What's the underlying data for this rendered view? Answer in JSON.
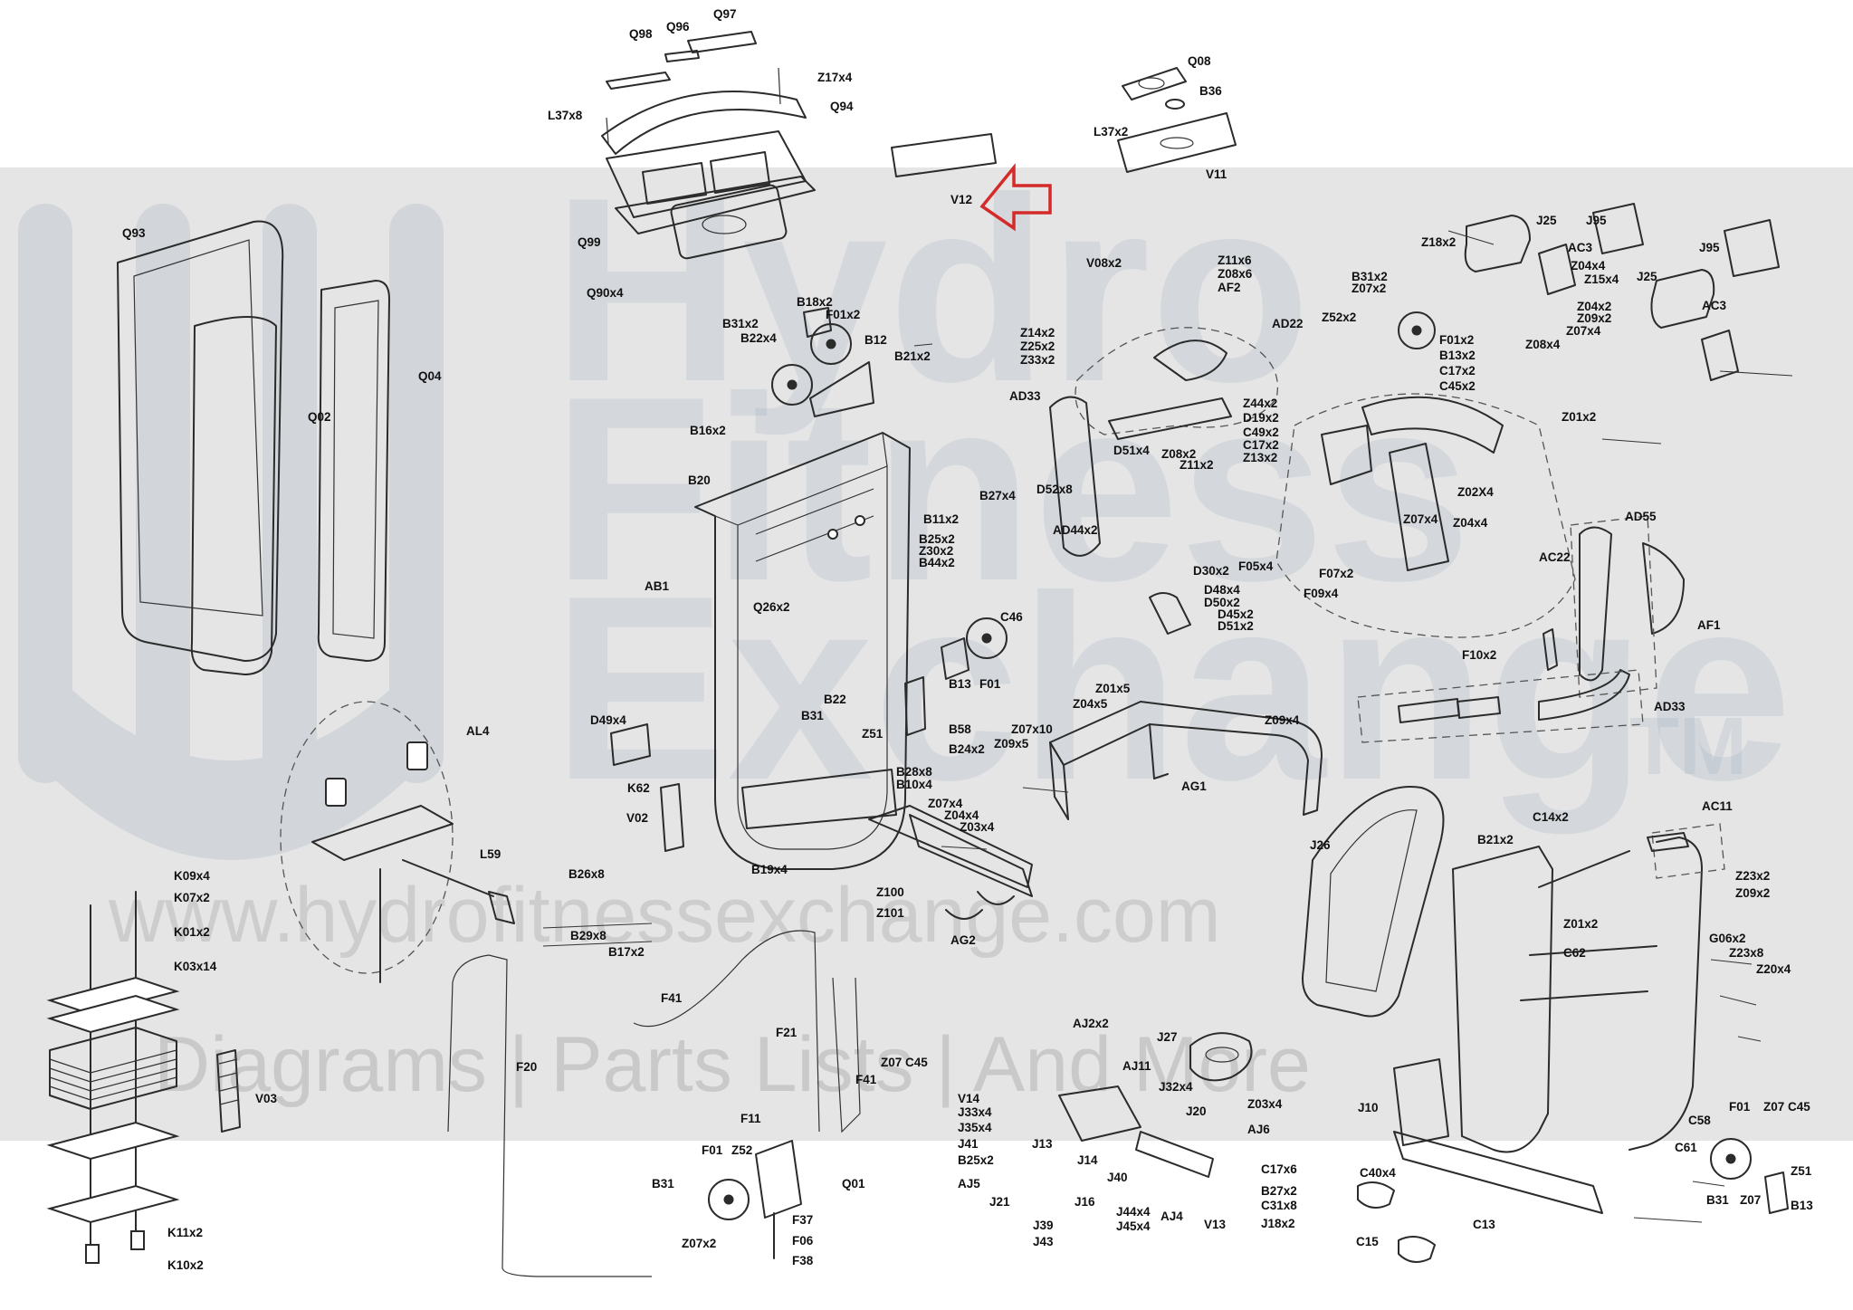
{
  "watermark": {
    "line1": "Hydro",
    "line2": "Fitness",
    "line3": "Exchange",
    "trademark": "TM",
    "url": "www.hydrofitnessexchange.com",
    "tagline": "Diagrams | Parts Lists | And More",
    "color": "#7f98b2"
  },
  "highlight_arrow": {
    "color": "#d42a2a",
    "points_to": "V12"
  },
  "labels": [
    {
      "id": "Q98",
      "text": "Q98"
    },
    {
      "id": "Q96",
      "text": "Q96"
    },
    {
      "id": "Q97",
      "text": "Q97"
    },
    {
      "id": "Z17x4",
      "text": "Z17x4"
    },
    {
      "id": "L37x8",
      "text": "L37x8"
    },
    {
      "id": "Q94",
      "text": "Q94"
    },
    {
      "id": "Q99",
      "text": "Q99"
    },
    {
      "id": "Q90x4",
      "text": "Q90x4"
    },
    {
      "id": "Q93",
      "text": "Q93"
    },
    {
      "id": "Q02",
      "text": "Q02"
    },
    {
      "id": "Q04",
      "text": "Q04"
    },
    {
      "id": "V12",
      "text": "V12"
    },
    {
      "id": "Q08",
      "text": "Q08"
    },
    {
      "id": "B36",
      "text": "B36"
    },
    {
      "id": "L37x2",
      "text": "L37x2"
    },
    {
      "id": "V11",
      "text": "V11"
    },
    {
      "id": "V08x2",
      "text": "V08x2"
    },
    {
      "id": "Z11x6",
      "text": "Z11x6"
    },
    {
      "id": "Z08x6",
      "text": "Z08x6"
    },
    {
      "id": "AF2",
      "text": "AF2"
    },
    {
      "id": "AD22",
      "text": "AD22"
    },
    {
      "id": "Z14x2",
      "text": "Z14x2"
    },
    {
      "id": "Z25x2",
      "text": "Z25x2"
    },
    {
      "id": "Z33x2",
      "text": "Z33x2"
    },
    {
      "id": "AD33a",
      "text": "AD33"
    },
    {
      "id": "Z52x2",
      "text": "Z52x2"
    },
    {
      "id": "B31x2a",
      "text": "B31x2"
    },
    {
      "id": "Z07x2a",
      "text": "Z07x2"
    },
    {
      "id": "F01x2a",
      "text": "F01x2"
    },
    {
      "id": "B13x2",
      "text": "B13x2"
    },
    {
      "id": "C17x2a",
      "text": "C17x2"
    },
    {
      "id": "C45x2",
      "text": "C45x2"
    },
    {
      "id": "Z18x2",
      "text": "Z18x2"
    },
    {
      "id": "J25a",
      "text": "J25"
    },
    {
      "id": "J95a",
      "text": "J95"
    },
    {
      "id": "AC3a",
      "text": "AC3"
    },
    {
      "id": "Z04x4a",
      "text": "Z04x4"
    },
    {
      "id": "Z15x4",
      "text": "Z15x4"
    },
    {
      "id": "Z04x2",
      "text": "Z04x2"
    },
    {
      "id": "Z09x2a",
      "text": "Z09x2"
    },
    {
      "id": "Z08x4",
      "text": "Z08x4"
    },
    {
      "id": "Z07x4a",
      "text": "Z07x4"
    },
    {
      "id": "J95b",
      "text": "J95"
    },
    {
      "id": "J25b",
      "text": "J25"
    },
    {
      "id": "AC3b",
      "text": "AC3"
    },
    {
      "id": "B18x2",
      "text": "B18x2"
    },
    {
      "id": "F01x2b",
      "text": "F01x2"
    },
    {
      "id": "B31x2b",
      "text": "B31x2"
    },
    {
      "id": "B22x4",
      "text": "B22x4"
    },
    {
      "id": "B12",
      "text": "B12"
    },
    {
      "id": "B21x2a",
      "text": "B21x2"
    },
    {
      "id": "Z44x2",
      "text": "Z44x2"
    },
    {
      "id": "D19x2",
      "text": "D19x2"
    },
    {
      "id": "C49x2",
      "text": "C49x2"
    },
    {
      "id": "C17x2b",
      "text": "C17x2"
    },
    {
      "id": "Z13x2",
      "text": "Z13x2"
    },
    {
      "id": "D51x4",
      "text": "D51x4"
    },
    {
      "id": "Z08x2",
      "text": "Z08x2"
    },
    {
      "id": "Z11x2",
      "text": "Z11x2"
    },
    {
      "id": "Z01x2a",
      "text": "Z01x2"
    },
    {
      "id": "B16x2",
      "text": "B16x2"
    },
    {
      "id": "B20",
      "text": "B20"
    },
    {
      "id": "B27x4",
      "text": "B27x4"
    },
    {
      "id": "B11x2",
      "text": "B11x2"
    },
    {
      "id": "D52x8",
      "text": "D52x8"
    },
    {
      "id": "Z02X4",
      "text": "Z02X4"
    },
    {
      "id": "Z07x4b",
      "text": "Z07x4"
    },
    {
      "id": "Z04x4b",
      "text": "Z04x4"
    },
    {
      "id": "AD55",
      "text": "AD55"
    },
    {
      "id": "AB1",
      "text": "AB1"
    },
    {
      "id": "B25x2a",
      "text": "B25x2"
    },
    {
      "id": "Z30x2",
      "text": "Z30x2"
    },
    {
      "id": "B44x2",
      "text": "B44x2"
    },
    {
      "id": "AD44x2",
      "text": "AD44x2"
    },
    {
      "id": "F05x4",
      "text": "F05x4"
    },
    {
      "id": "F07x2",
      "text": "F07x2"
    },
    {
      "id": "AC22",
      "text": "AC22"
    },
    {
      "id": "D30x2",
      "text": "D30x2"
    },
    {
      "id": "D48x4",
      "text": "D48x4"
    },
    {
      "id": "D50x2",
      "text": "D50x2"
    },
    {
      "id": "D45x2",
      "text": "D45x2"
    },
    {
      "id": "D51x2",
      "text": "D51x2"
    },
    {
      "id": "F09x4",
      "text": "F09x4"
    },
    {
      "id": "Q26x2",
      "text": "Q26x2"
    },
    {
      "id": "AF1",
      "text": "AF1"
    },
    {
      "id": "F10x2",
      "text": "F10x2"
    },
    {
      "id": "C46",
      "text": "C46"
    },
    {
      "id": "B13a",
      "text": "B13"
    },
    {
      "id": "F01a",
      "text": "F01"
    },
    {
      "id": "B22",
      "text": "B22"
    },
    {
      "id": "B31a",
      "text": "B31"
    },
    {
      "id": "Z51a",
      "text": "Z51"
    },
    {
      "id": "Z01x5",
      "text": "Z01x5"
    },
    {
      "id": "Z04x5",
      "text": "Z04x5"
    },
    {
      "id": "AD33b",
      "text": "AD33"
    },
    {
      "id": "D49x4",
      "text": "D49x4"
    },
    {
      "id": "B58",
      "text": "B58"
    },
    {
      "id": "B24x2",
      "text": "B24x2"
    },
    {
      "id": "Z07x10",
      "text": "Z07x10"
    },
    {
      "id": "Z09x5",
      "text": "Z09x5"
    },
    {
      "id": "Z09x4",
      "text": "Z09x4"
    },
    {
      "id": "AL4",
      "text": "AL4"
    },
    {
      "id": "K62",
      "text": "K62"
    },
    {
      "id": "B28x8",
      "text": "B28x8"
    },
    {
      "id": "B10x4",
      "text": "B10x4"
    },
    {
      "id": "AG1",
      "text": "AG1"
    },
    {
      "id": "V02",
      "text": "V02"
    },
    {
      "id": "Z07x4c",
      "text": "Z07x4"
    },
    {
      "id": "Z04x4c",
      "text": "Z04x4"
    },
    {
      "id": "Z03x4",
      "text": "Z03x4"
    },
    {
      "id": "C14x2",
      "text": "C14x2"
    },
    {
      "id": "AC11",
      "text": "AC11"
    },
    {
      "id": "J26",
      "text": "J26"
    },
    {
      "id": "L59",
      "text": "L59"
    },
    {
      "id": "B21x2b",
      "text": "B21x2"
    },
    {
      "id": "B19x4",
      "text": "B19x4"
    },
    {
      "id": "Z23x2",
      "text": "Z23x2"
    },
    {
      "id": "Z09x2b",
      "text": "Z09x2"
    },
    {
      "id": "K09x4",
      "text": "K09x4"
    },
    {
      "id": "K07x2",
      "text": "K07x2"
    },
    {
      "id": "B26x8",
      "text": "B26x8"
    },
    {
      "id": "Z100",
      "text": "Z100"
    },
    {
      "id": "Z101",
      "text": "Z101"
    },
    {
      "id": "AG2",
      "text": "AG2"
    },
    {
      "id": "K01x2",
      "text": "K01x2"
    },
    {
      "id": "B29x8",
      "text": "B29x8"
    },
    {
      "id": "B17x2",
      "text": "B17x2"
    },
    {
      "id": "Z01x2b",
      "text": "Z01x2"
    },
    {
      "id": "C62",
      "text": "C62"
    },
    {
      "id": "K03x14",
      "text": "K03x14"
    },
    {
      "id": "G06x2",
      "text": "G06x2"
    },
    {
      "id": "Z23x8",
      "text": "Z23x8"
    },
    {
      "id": "Z20x4",
      "text": "Z20x4"
    },
    {
      "id": "F41a",
      "text": "F41"
    },
    {
      "id": "F21",
      "text": "F21"
    },
    {
      "id": "AJ2x2",
      "text": "AJ2x2"
    },
    {
      "id": "J27",
      "text": "J27"
    },
    {
      "id": "F20",
      "text": "F20"
    },
    {
      "id": "AJ11",
      "text": "AJ11"
    },
    {
      "id": "Z07",
      "text": "Z07"
    },
    {
      "id": "C45a",
      "text": "C45"
    },
    {
      "id": "F41b",
      "text": "F41"
    },
    {
      "id": "V14",
      "text": "V14"
    },
    {
      "id": "J32x4",
      "text": "J32x4"
    },
    {
      "id": "Z03x4b",
      "text": "Z03x4"
    },
    {
      "id": "V03",
      "text": "V03"
    },
    {
      "id": "J33x4",
      "text": "J33x4"
    },
    {
      "id": "J20",
      "text": "J20"
    },
    {
      "id": "J10",
      "text": "J10"
    },
    {
      "id": "J35x4",
      "text": "J35x4"
    },
    {
      "id": "AJ6",
      "text": "AJ6"
    },
    {
      "id": "F11",
      "text": "F11"
    },
    {
      "id": "J41",
      "text": "J41"
    },
    {
      "id": "J13",
      "text": "J13"
    },
    {
      "id": "C58",
      "text": "C58"
    },
    {
      "id": "F01b",
      "text": "F01"
    },
    {
      "id": "Z07b",
      "text": "Z07"
    },
    {
      "id": "C45b",
      "text": "C45"
    },
    {
      "id": "F01c",
      "text": "F01"
    },
    {
      "id": "Z52",
      "text": "Z52"
    },
    {
      "id": "B25x2b",
      "text": "B25x2"
    },
    {
      "id": "J14",
      "text": "J14"
    },
    {
      "id": "C17x6",
      "text": "C17x6"
    },
    {
      "id": "C40x4",
      "text": "C40x4"
    },
    {
      "id": "C61",
      "text": "C61"
    },
    {
      "id": "Q01",
      "text": "Q01"
    },
    {
      "id": "AJ5",
      "text": "AJ5"
    },
    {
      "id": "J40",
      "text": "J40"
    },
    {
      "id": "B27x2",
      "text": "B27x2"
    },
    {
      "id": "B31b",
      "text": "B31"
    },
    {
      "id": "J21",
      "text": "J21"
    },
    {
      "id": "J16",
      "text": "J16"
    },
    {
      "id": "C31x8",
      "text": "C31x8"
    },
    {
      "id": "Z51b",
      "text": "Z51"
    },
    {
      "id": "F37",
      "text": "F37"
    },
    {
      "id": "J44x4",
      "text": "J44x4"
    },
    {
      "id": "AJ4",
      "text": "AJ4"
    },
    {
      "id": "V13",
      "text": "V13"
    },
    {
      "id": "B31c",
      "text": "B31"
    },
    {
      "id": "Z07c",
      "text": "Z07"
    },
    {
      "id": "B13b",
      "text": "B13"
    },
    {
      "id": "J39",
      "text": "J39"
    },
    {
      "id": "J45x4",
      "text": "J45x4"
    },
    {
      "id": "J18x2",
      "text": "J18x2"
    },
    {
      "id": "C15",
      "text": "C15"
    },
    {
      "id": "C13",
      "text": "C13"
    },
    {
      "id": "K11x2",
      "text": "K11x2"
    },
    {
      "id": "F06",
      "text": "F06"
    },
    {
      "id": "Z07x2b",
      "text": "Z07x2"
    },
    {
      "id": "J43",
      "text": "J43"
    },
    {
      "id": "K10x2",
      "text": "K10x2"
    },
    {
      "id": "F38",
      "text": "F38"
    }
  ]
}
